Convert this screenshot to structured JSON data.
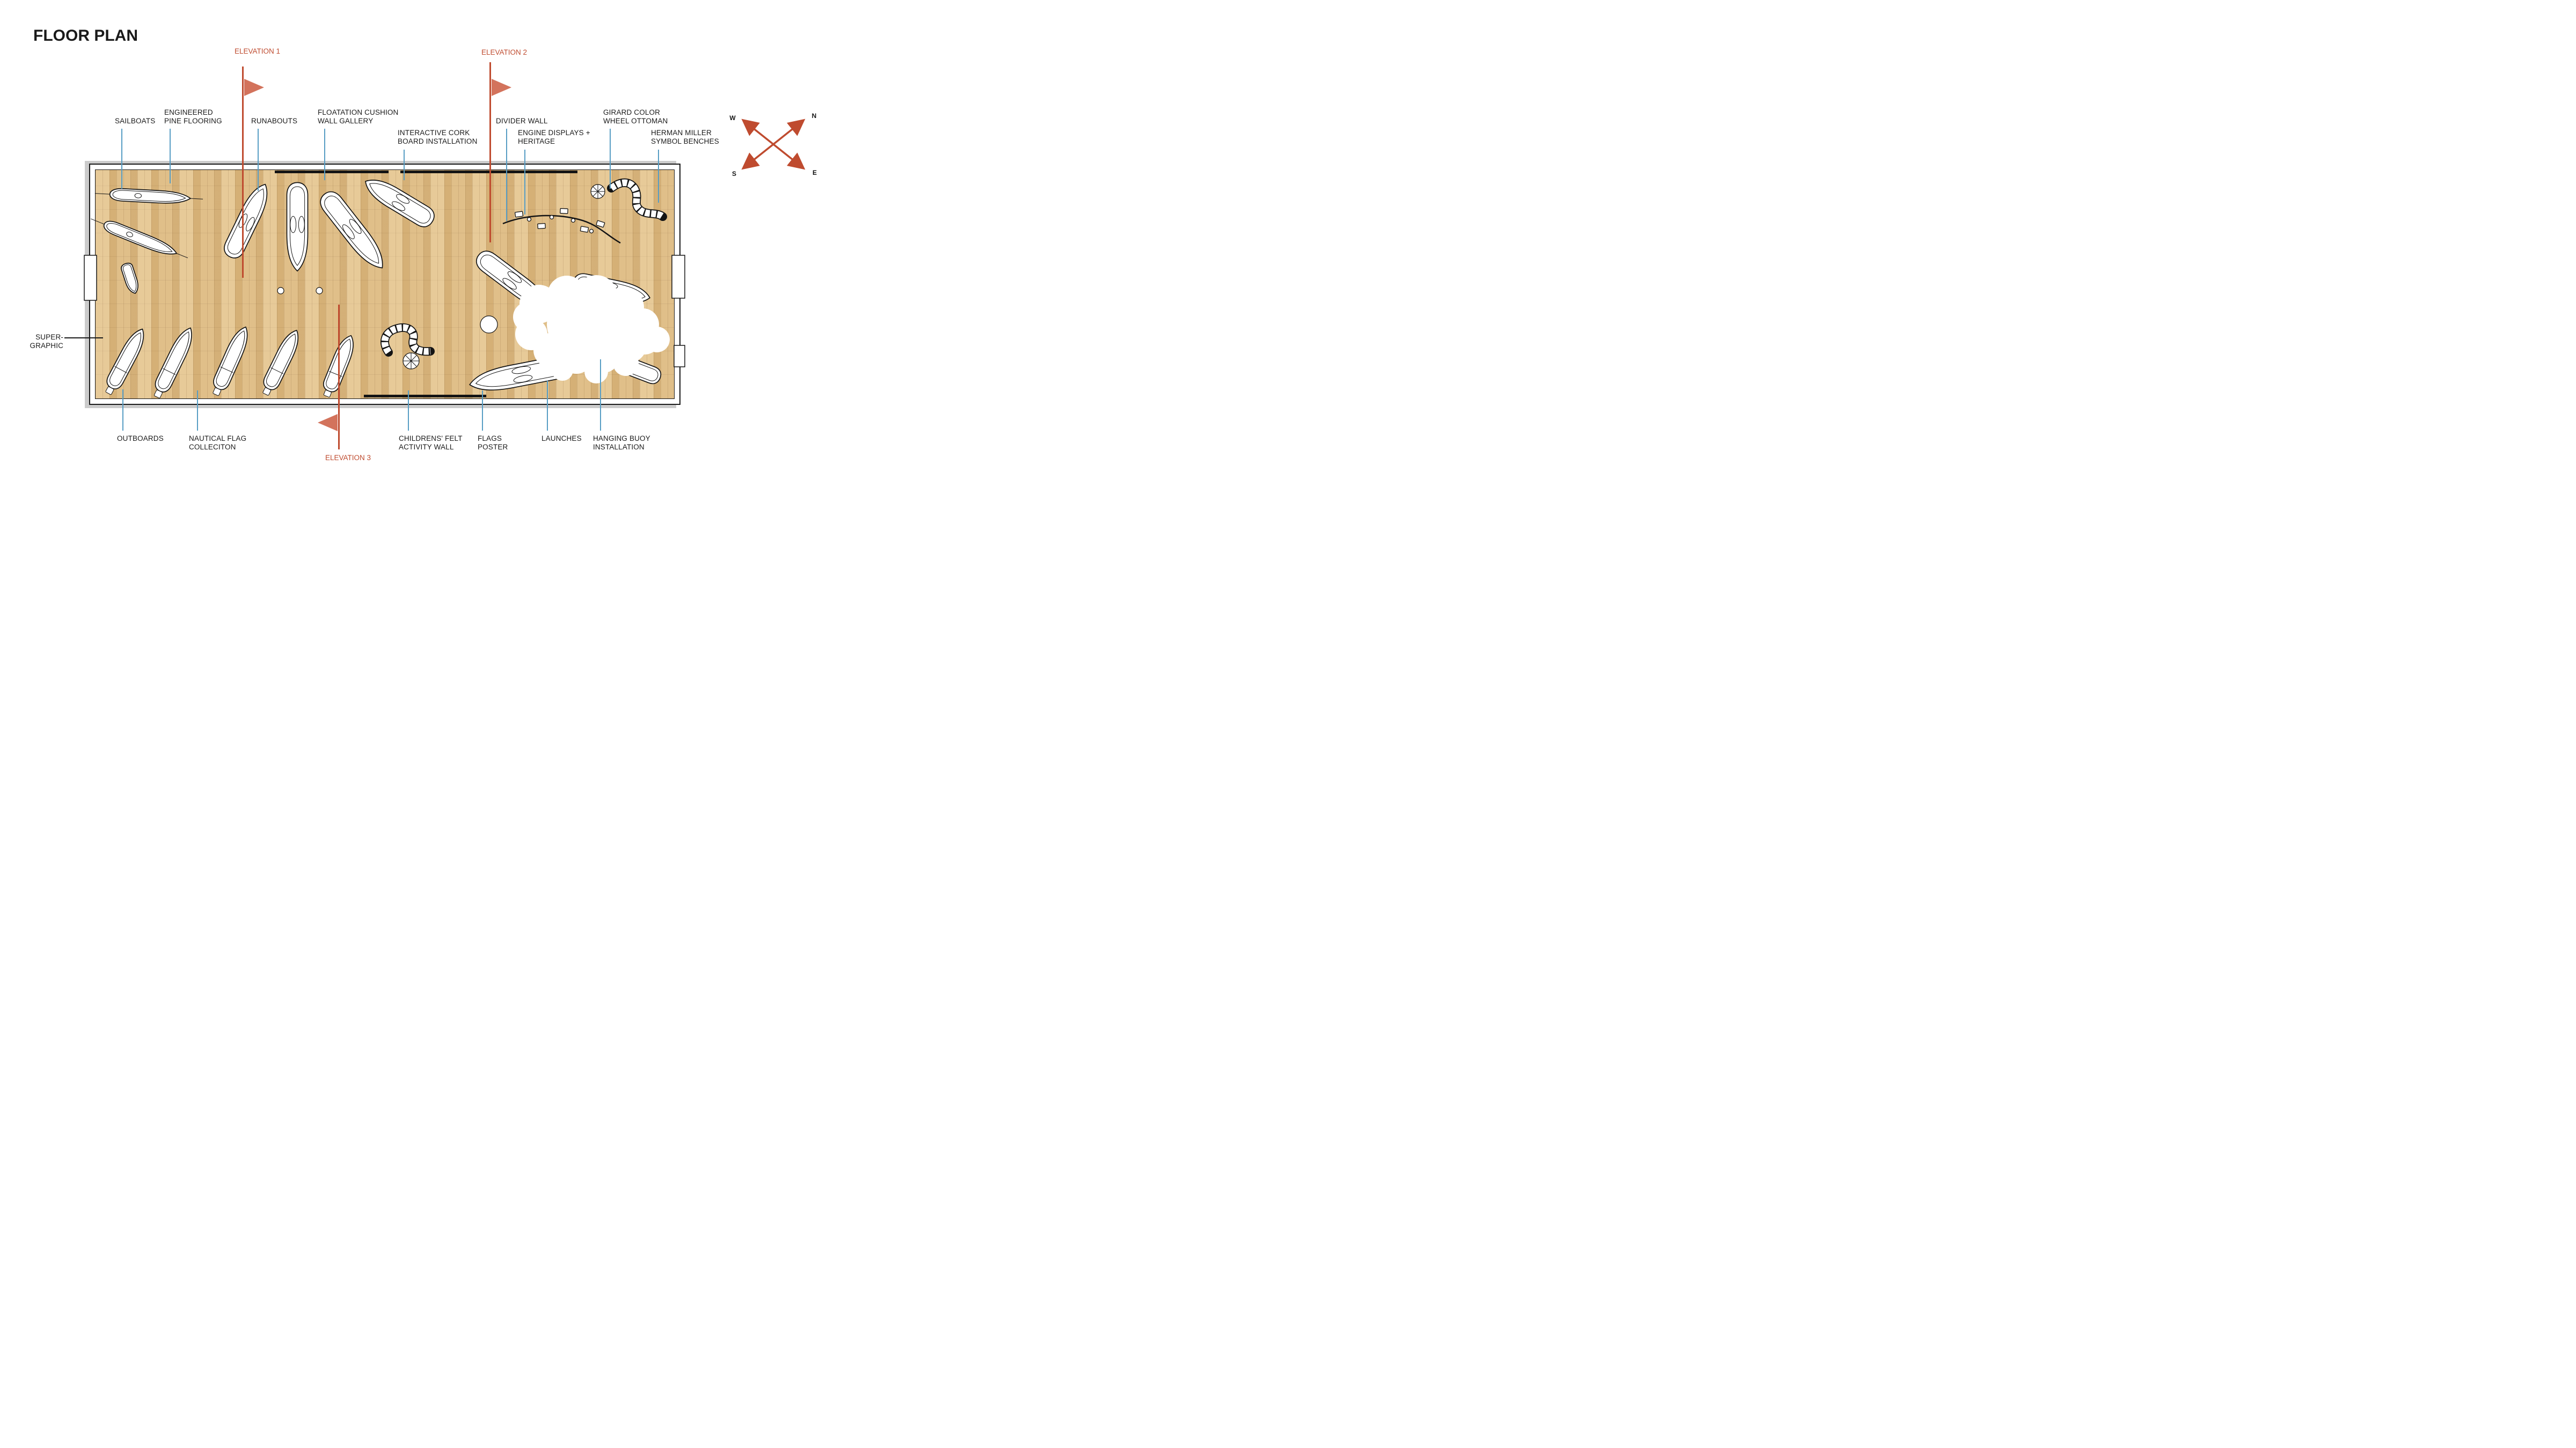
{
  "title": "FLOOR PLAN",
  "elevation1": "ELEVATION 1",
  "elevation2": "ELEVATION 2",
  "elevation3": "ELEVATION 3",
  "compass": {
    "n": "N",
    "w": "W",
    "s": "S",
    "e": "E"
  },
  "labels": {
    "sailboats": [
      "SAILBOATS"
    ],
    "pine_flooring": [
      "ENGINEERED",
      "PINE FLOORING"
    ],
    "runabouts": [
      "RUNABOUTS"
    ],
    "floatation_gallery": [
      "FLOATATION CUSHION",
      "WALL GALLERY"
    ],
    "cork_board": [
      "INTERACTIVE CORK",
      "BOARD INSTALLATION"
    ],
    "divider_wall": [
      "DIVIDER WALL"
    ],
    "engine_displays": [
      "ENGINE DISPLAYS +",
      "HERITAGE"
    ],
    "girard_ottoman": [
      "GIRARD COLOR",
      "WHEEL OTTOMAN"
    ],
    "herman_miller": [
      "HERMAN MILLER",
      "SYMBOL BENCHES"
    ],
    "super_graphic": [
      "SUPER-",
      "GRAPHIC"
    ],
    "outboards": [
      "OUTBOARDS"
    ],
    "nautical_flags": [
      "NAUTICAL FLAG",
      "COLLECITON"
    ],
    "childrens_wall": [
      "CHILDRENS' FELT",
      "ACTIVITY WALL"
    ],
    "flags_poster": [
      "FLAGS",
      "POSTER"
    ],
    "launches": [
      "LAUNCHES"
    ],
    "hanging_buoy": [
      "HANGING BUOY",
      "INSTALLATION"
    ]
  },
  "colors": {
    "elevation_red": "#bf4b2f",
    "flag_fill": "#d3735c",
    "leader_blue": "#579dc4",
    "wood_base": "#debb82",
    "line_black": "#1a1a1a"
  }
}
